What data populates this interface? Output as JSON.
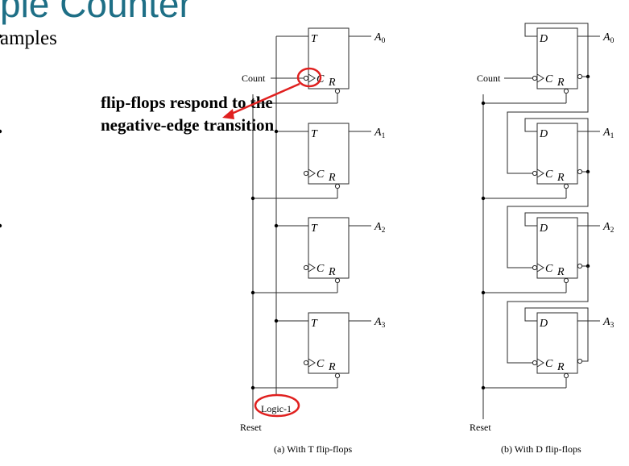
{
  "slide": {
    "title": "ple Counter",
    "bullet": "amples",
    "annotation_line1": "flip-flops respond to the",
    "annotation_line2": "negative-edge transition",
    "highlight_color": "#e0201f",
    "title_color": "#1e6f86"
  },
  "diagram_a": {
    "ff_input_label": "T",
    "clock_label": "C",
    "reset_pin_label": "R",
    "outputs": [
      "A",
      "A",
      "A",
      "A"
    ],
    "output_subscripts": [
      "0",
      "1",
      "2",
      "3"
    ],
    "count_label": "Count",
    "reset_label": "Reset",
    "logic_label": "Logic-1",
    "caption": "(a) With T flip-flops"
  },
  "diagram_b": {
    "ff_input_label": "D",
    "clock_label": "C",
    "reset_pin_label": "R",
    "outputs": [
      "A",
      "A",
      "A",
      "A"
    ],
    "output_subscripts": [
      "0",
      "1",
      "2",
      "3"
    ],
    "count_label": "Count",
    "reset_label": "Reset",
    "caption": "(b) With D flip-flops"
  }
}
